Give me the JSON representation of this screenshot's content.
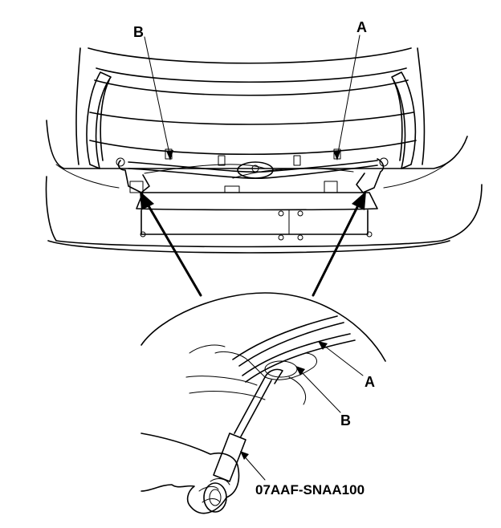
{
  "labels": {
    "top_b": "B",
    "top_a": "A",
    "detail_a": "A",
    "detail_b": "B",
    "tool": "07AAF-SNAA100"
  },
  "colors": {
    "ink": "#000000",
    "paper": "#ffffff"
  }
}
